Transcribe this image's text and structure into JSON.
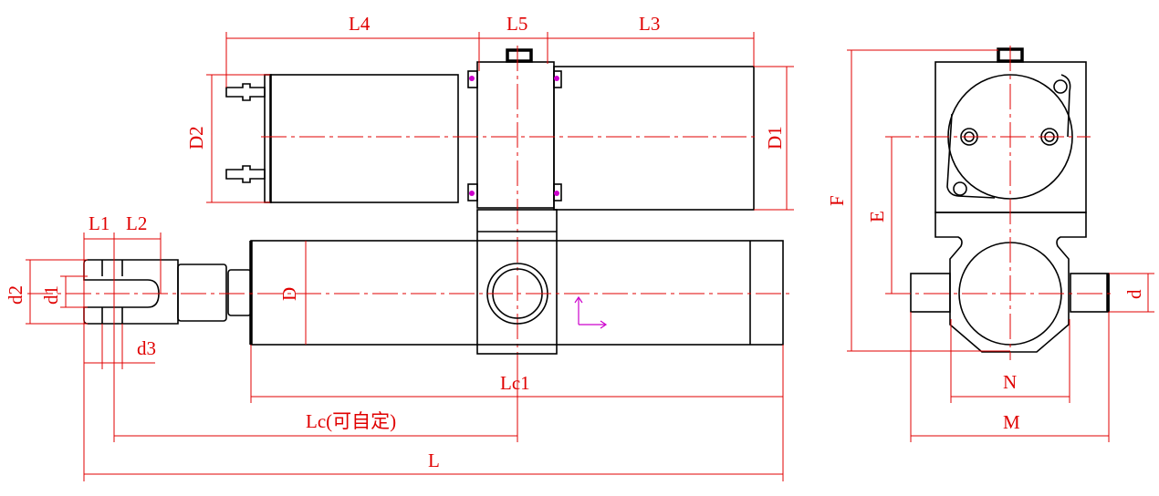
{
  "title": "Cylinder dimension drawing",
  "labels": {
    "L4": "L4",
    "L5": "L5",
    "L3": "L3",
    "D2": "D2",
    "D1": "D1",
    "L1": "L1",
    "L2": "L2",
    "d2": "d2",
    "d1": "d1",
    "d3": "d3",
    "D": "D",
    "Lc1": "Lc1",
    "Lc": "Lc(可自定)",
    "L": "L",
    "F": "F",
    "E": "E",
    "N": "N",
    "M": "M",
    "d": "d"
  },
  "colors": {
    "dimension": "#e00000",
    "outline": "#000000",
    "axis": "#cc00cc"
  }
}
